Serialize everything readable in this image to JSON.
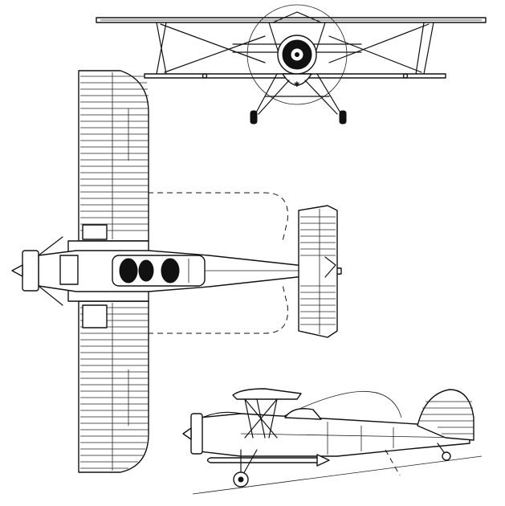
{
  "drawing": {
    "subject": "",
    "views": [
      "front",
      "top",
      "side"
    ],
    "line_color": "#111111",
    "background_color": "#ffffff"
  }
}
